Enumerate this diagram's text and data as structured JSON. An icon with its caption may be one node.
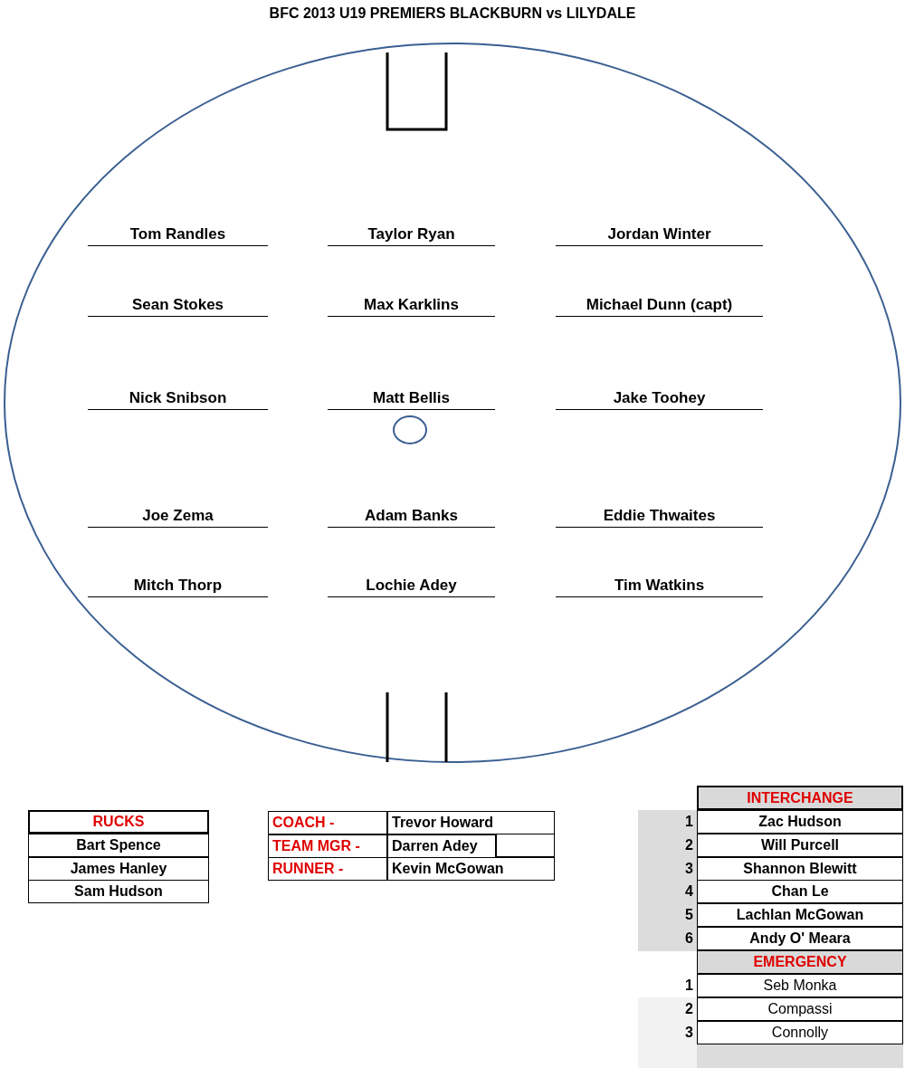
{
  "diagram": {
    "title": "BFC 2013 U19 PREMIERS BLACKBURN vs  LILYDALE",
    "labels": [
      "Tom Randles",
      "Taylor Ryan",
      "Jordan Winter",
      "Sean Stokes",
      "Max Karklins",
      "Michael Dunn (capt)",
      "Nick Snibson",
      "Matt Bellis",
      "Jake Toohey",
      "Joe Zema",
      "Adam Banks",
      "Eddie Thwaites",
      "Mitch Thorp",
      "Lochie Adey",
      "Tim Watkins",
      "RUCKS",
      "Bart Spence",
      "James Hanley",
      "Sam Hudson",
      "COACH -",
      "Trevor Howard",
      "TEAM MGR -",
      "Darren Adey",
      "RUNNER -",
      "Kevin McGowan",
      "INTERCHANGE",
      "1",
      "Zac Hudson",
      "2",
      "Will Purcell",
      "3",
      "Shannon Blewitt",
      "4",
      "Chan Le",
      "5",
      "Lachlan McGowan",
      "6",
      "Andy O' Meara",
      "EMERGENCY",
      "1",
      "Seb Monka",
      "2",
      "Compassi",
      "3",
      "Connolly"
    ]
  }
}
